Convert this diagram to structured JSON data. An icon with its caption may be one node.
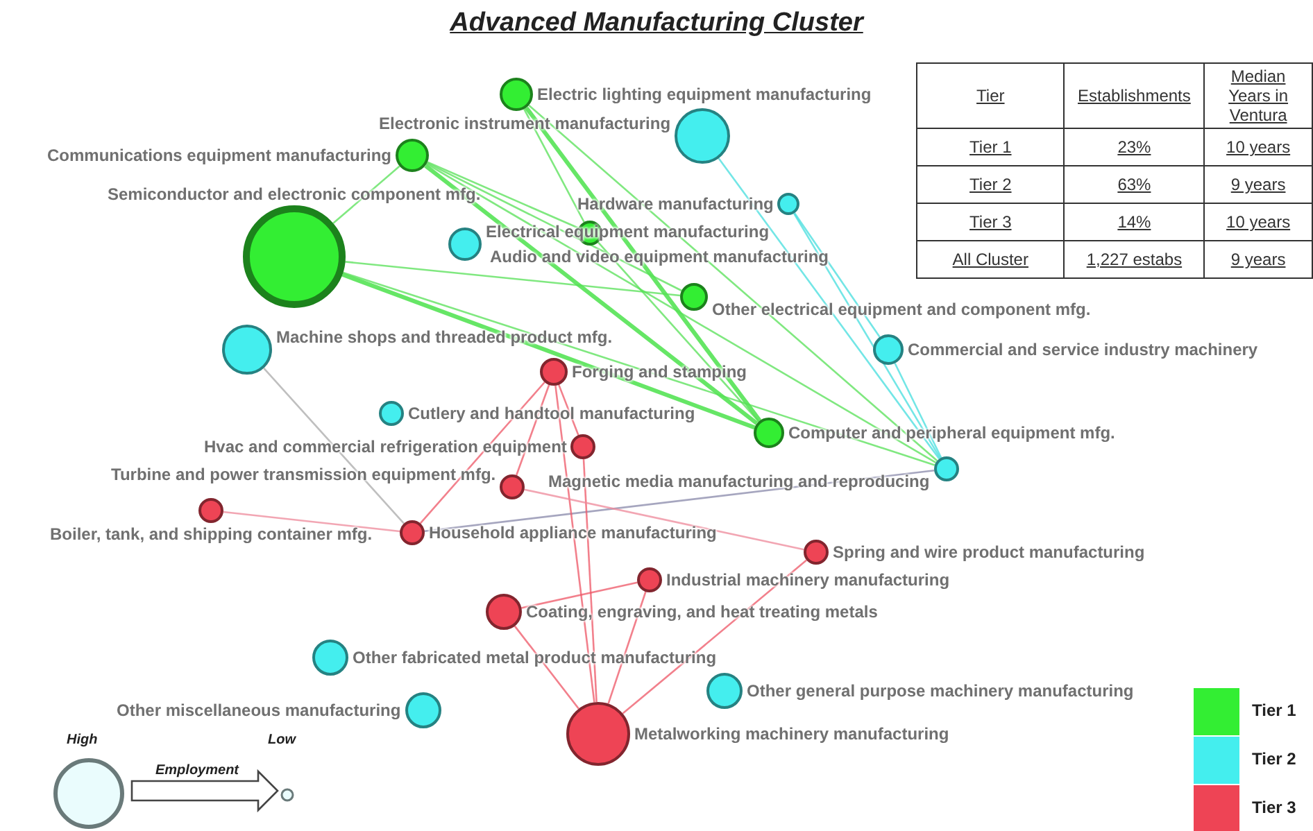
{
  "diagram": {
    "title": "Advanced Manufacturing Cluster",
    "nodes": [
      {
        "text": [],
        "shape": "circle",
        "beside": [
          "Electric lighting equipment manufacturing"
        ]
      },
      {
        "text": [],
        "shape": "circle",
        "beside": [
          "Electronic instrument manufacturing"
        ]
      },
      {
        "text": [],
        "shape": "circle",
        "beside": [
          "Communications equipment manufacturing"
        ]
      },
      {
        "text": [],
        "shape": "circle",
        "beside": [
          "Hardware manufacturing"
        ]
      },
      {
        "text": [],
        "shape": "circle",
        "beside": [
          "Audio and video equipment manufacturing"
        ]
      },
      {
        "text": [],
        "shape": "circle",
        "beside": [
          "Semiconductor and electronic component mfg."
        ]
      },
      {
        "text": [],
        "shape": "circle",
        "beside": [
          "Electrical equipment manufacturing"
        ]
      },
      {
        "text": [],
        "shape": "circle",
        "beside": [
          "Other electrical equipment and component mfg."
        ]
      },
      {
        "text": [],
        "shape": "circle",
        "beside": [
          "Machine shops and threaded product mfg."
        ]
      },
      {
        "text": [],
        "shape": "circle",
        "beside": [
          "Commercial and service industry machinery"
        ]
      },
      {
        "text": [],
        "shape": "circle",
        "beside": [
          "Forging and stamping"
        ]
      },
      {
        "text": [],
        "shape": "circle",
        "beside": [
          "Cutlery and handtool manufacturing"
        ]
      },
      {
        "text": [],
        "shape": "circle",
        "beside": [
          "Computer and peripheral equipment mfg."
        ]
      },
      {
        "text": [],
        "shape": "circle",
        "beside": [
          "Hvac and commercial refrigeration equipment"
        ]
      },
      {
        "text": [],
        "shape": "circle",
        "beside": [
          "Magnetic media manufacturing and reproducing"
        ]
      },
      {
        "text": [],
        "shape": "circle",
        "beside": [
          "Turbine and power transmission equipment mfg."
        ]
      },
      {
        "text": [],
        "shape": "circle",
        "beside": [
          "Boiler, tank, and shipping container mfg."
        ]
      },
      {
        "text": [],
        "shape": "circle",
        "beside": [
          "Household appliance manufacturing"
        ]
      },
      {
        "text": [],
        "shape": "circle",
        "beside": [
          "Spring and wire product manufacturing"
        ]
      },
      {
        "text": [],
        "shape": "circle",
        "beside": [
          "Industrial machinery manufacturing"
        ]
      },
      {
        "text": [],
        "shape": "circle",
        "beside": [
          "Coating, engraving, and heat treating metals"
        ]
      },
      {
        "text": [],
        "shape": "circle",
        "beside": [
          "Other fabricated metal product manufacturing"
        ]
      },
      {
        "text": [],
        "shape": "circle",
        "beside": [
          "Other general purpose machinery manufacturing"
        ]
      },
      {
        "text": [],
        "shape": "circle",
        "beside": [
          "Other miscellaneous manufacturing"
        ]
      },
      {
        "text": [],
        "shape": "circle",
        "beside": [
          "Metalworking machinery manufacturing"
        ]
      }
    ],
    "edges": [
      {
        "from": 5,
        "to": 12,
        "arrow": "none",
        "style": "thick",
        "color": "#33dd33"
      },
      {
        "from": 2,
        "to": 12,
        "arrow": "none",
        "style": "thick",
        "color": "#33dd33"
      },
      {
        "from": 0,
        "to": 12,
        "arrow": "none",
        "style": "thick",
        "color": "#33dd33"
      },
      {
        "from": 2,
        "to": 14,
        "arrow": "none",
        "color": "#55e055"
      },
      {
        "from": 0,
        "to": 14,
        "arrow": "none",
        "color": "#55e055"
      },
      {
        "from": 5,
        "to": 14,
        "arrow": "none",
        "color": "#55e055"
      },
      {
        "from": 4,
        "to": 12,
        "arrow": "none",
        "color": "#55e055"
      },
      {
        "from": 2,
        "to": 7,
        "arrow": "none",
        "color": "#55e055"
      },
      {
        "from": 5,
        "to": 7,
        "arrow": "none",
        "color": "#55e055"
      },
      {
        "from": 0,
        "to": 4,
        "arrow": "none",
        "color": "#55e055"
      },
      {
        "from": 2,
        "to": 4,
        "arrow": "none",
        "color": "#55e055"
      },
      {
        "from": 5,
        "to": 2,
        "arrow": "none",
        "color": "#55e055"
      },
      {
        "from": 1,
        "to": 14,
        "arrow": "none",
        "color": "#44dddd"
      },
      {
        "from": 3,
        "to": 14,
        "arrow": "none",
        "color": "#44dddd"
      },
      {
        "from": 3,
        "to": 9,
        "arrow": "none",
        "color": "#44dddd"
      },
      {
        "from": 9,
        "to": 14,
        "arrow": "none",
        "color": "#44dddd"
      },
      {
        "from": 17,
        "to": 14,
        "arrow": "none",
        "color": "#8888aa"
      },
      {
        "from": 8,
        "to": 17,
        "arrow": "none",
        "color": "#aaaaaa"
      },
      {
        "from": 24,
        "to": 10,
        "arrow": "none",
        "color": "#ee5566"
      },
      {
        "from": 24,
        "to": 18,
        "arrow": "none",
        "color": "#ee5566"
      },
      {
        "from": 24,
        "to": 19,
        "arrow": "none",
        "color": "#ee5566"
      },
      {
        "from": 24,
        "to": 20,
        "arrow": "none",
        "color": "#ee5566"
      },
      {
        "from": 24,
        "to": 13,
        "arrow": "none",
        "color": "#ee5566"
      },
      {
        "from": 17,
        "to": 10,
        "arrow": "none",
        "color": "#ee5566"
      },
      {
        "from": 16,
        "to": 17,
        "arrow": "none",
        "color": "#ee8899"
      },
      {
        "from": 15,
        "to": 18,
        "arrow": "none",
        "color": "#ee8899"
      },
      {
        "from": 20,
        "to": 19,
        "arrow": "none",
        "color": "#ee5566"
      },
      {
        "from": 13,
        "to": 10,
        "arrow": "none",
        "color": "#ee5566"
      },
      {
        "from": 15,
        "to": 10,
        "arrow": "none",
        "color": "#ee5566"
      }
    ],
    "labels": [
      "Tier",
      "Establishments",
      "Median Years in Ventura",
      "Tier 1",
      "23%",
      "10 years",
      "Tier 2",
      "63%",
      "9 years",
      "Tier 3",
      "14%",
      "10 years",
      "All Cluster",
      "1,227 estabs",
      "9 years",
      "High",
      "Low",
      "Employment"
    ],
    "legend": [
      {
        "text": "Tier 1",
        "color": "#33ee33"
      },
      {
        "text": "Tier 2",
        "color": "#44eeee"
      },
      {
        "text": "Tier 3",
        "color": "#ee4455"
      }
    ]
  }
}
